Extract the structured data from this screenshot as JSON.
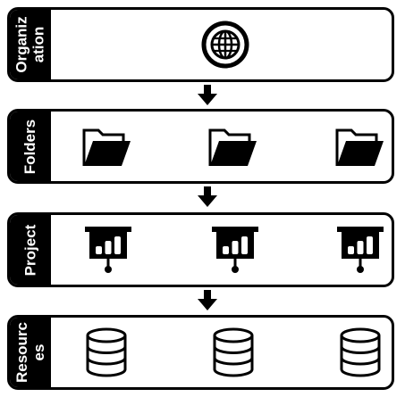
{
  "tiers": [
    {
      "label": "Organiz\nation",
      "icon": "globe-icon",
      "count": 1
    },
    {
      "label": "Folders",
      "icon": "folder-icon",
      "count": 3
    },
    {
      "label": "Project",
      "icon": "presentation-board-icon",
      "count": 3
    },
    {
      "label": "Resourc\nes",
      "icon": "database-icon",
      "count": 3
    }
  ],
  "connector_icon": "arrow-down-icon",
  "colors": {
    "stroke": "#000000",
    "background": "#ffffff",
    "label_text": "#ffffff"
  }
}
